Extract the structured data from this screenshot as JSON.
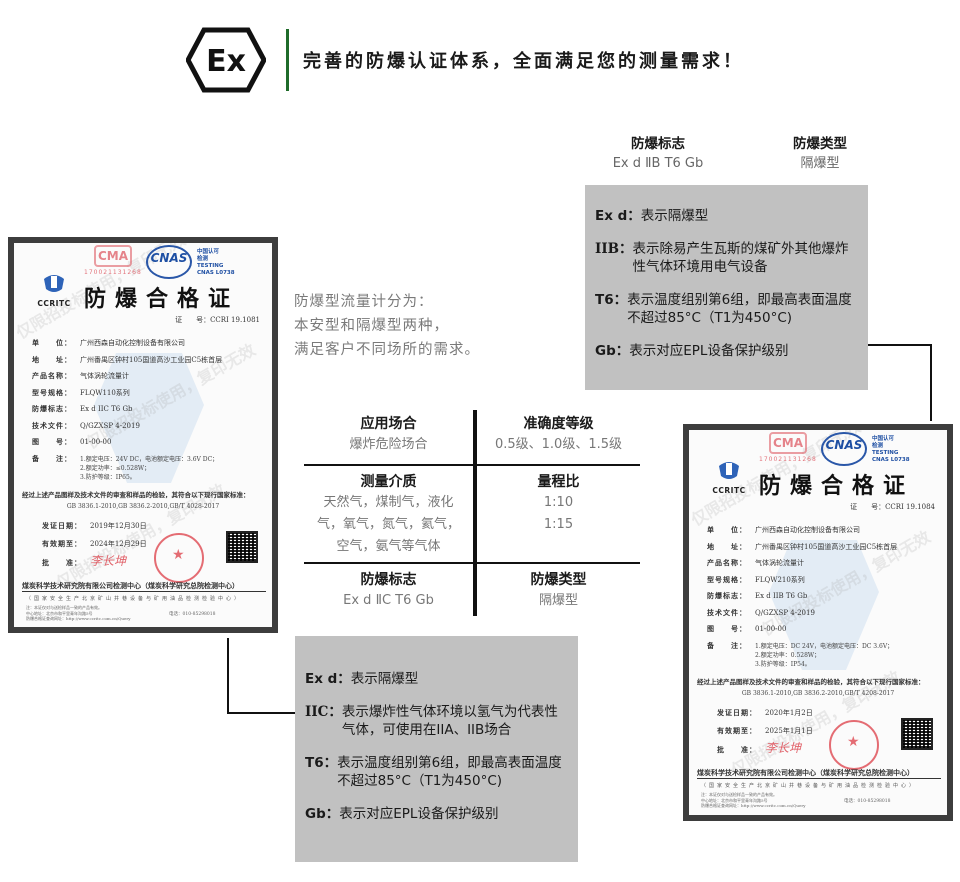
{
  "header": {
    "logo": "ex-hexagon-icon",
    "logo_text": "Ex",
    "title": "完善的防爆认证体系，全面满足您的测量需求！",
    "divider_color": "#1f6b2a"
  },
  "intro": {
    "lines": [
      "防爆型流量计分为：",
      "本安型和隔爆型两种，",
      "满足客户不同场所的需求。"
    ]
  },
  "spec_table": {
    "cells": [
      {
        "label": "应用场合",
        "values": [
          "爆炸危险场合"
        ]
      },
      {
        "label": "准确度等级",
        "values": [
          "0.5级、1.0级、1.5级"
        ]
      },
      {
        "label": "测量介质",
        "values": [
          "天然气，煤制气，液化",
          "气，氧气，氮气，氦气，",
          "空气，氨气等气体"
        ]
      },
      {
        "label": "量程比",
        "values": [
          "1:10",
          "1:15"
        ]
      },
      {
        "label": "防爆标志",
        "values": [
          "Ex d ⅡC T6 Gb"
        ]
      },
      {
        "label": "防爆类型",
        "values": [
          "隔爆型"
        ]
      }
    ]
  },
  "top_right": {
    "mark": {
      "label": "防爆标志",
      "value": "Ex d ⅡB T6 Gb"
    },
    "type": {
      "label": "防爆类型",
      "value": "隔爆型"
    },
    "items": [
      {
        "key": "Ex d：",
        "text": "表示隔爆型"
      },
      {
        "key": "IIB：",
        "text": "表示除易产生瓦斯的煤矿外其他爆炸性气体环境用电气设备"
      },
      {
        "key": "T6：",
        "text": "表示温度组别第6组，即最高表面温度不超过85°C（T1为450°C)"
      },
      {
        "key": "Gb：",
        "text": "表示对应EPL设备保护级别"
      }
    ],
    "bg_color": "#c1c1c1"
  },
  "bottom_box": {
    "items": [
      {
        "key": "Ex d：",
        "text": "表示隔爆型"
      },
      {
        "key": "IIC：",
        "text": "表示爆炸性气体环境以氢气为代表性气体，可使用在IIA、IIB场合"
      },
      {
        "key": "T6：",
        "text": "表示温度组别第6组，即最高表面温度不超过85°C（T1为450°C)"
      },
      {
        "key": "Gb：",
        "text": "表示对应EPL设备保护级别"
      }
    ]
  },
  "cert_common": {
    "cma_text": "CMA",
    "cma_number": "170021131268",
    "cnas_text": "CNAS",
    "testing_lines": [
      "中国认可",
      "检测",
      "TESTING",
      "CNAS L0738"
    ],
    "org_logo_text": "CCRITC",
    "title": "防爆合格证",
    "watermark": "仅限招投标使用，复印无效",
    "statement": "经过上述产品图样及技术文件的审查和样品的检验，其符合以下现行国家标准：",
    "footer": "煤炭科学技术研究院有限公司检测中心（煤炭科学研究总院检测中心）",
    "footer2": "（国家安全生产北京矿山井巷设备与矿用油品检测检验中心）",
    "tiny": [
      "注：本证仅对与送检样品一致的产品有效。",
      "中心地址：北京市和平里青年沟路5号",
      "防爆合格证查询网址：http://www.ccritc.com.cn/Query"
    ],
    "tel": "电话：010-85298018",
    "approver_label": "批　　准：",
    "approver_sig": "李长坤"
  },
  "cert_left": {
    "number_label": "证　　号：",
    "number": "CCRI 19.1081",
    "rows": [
      {
        "k": "单　　位：",
        "v": "广州西森自动化控制设备有限公司"
      },
      {
        "k": "地　　址：",
        "v": "广州番禺区钟村105国道高沙工业园C5栋首层"
      },
      {
        "k": "产品名称：",
        "v": "气体涡轮流量计"
      },
      {
        "k": "型号规格：",
        "v": "FLQW110系列"
      },
      {
        "k": "防爆标志：",
        "v": "Ex d IIC T6 Gb"
      },
      {
        "k": "技术文件：",
        "v": "Q/GZXSP 4-2019"
      },
      {
        "k": "图　　号：",
        "v": "01-00-00"
      },
      {
        "k": "备　　注：",
        "v": ""
      }
    ],
    "notes": [
      "1.额定电压：24V DC，电池额定电压：3.6V DC；",
      "2.额定功率：≤0.528W；",
      "3.防护等级：IP65。"
    ],
    "standards": "GB 3836.1-2010,GB 3836.2-2010,GB/T 4028-2017",
    "issue_label": "发证日期：",
    "issue_date": "2019年12月30日",
    "valid_label": "有效期至：",
    "valid_date": "2024年12月29日"
  },
  "cert_right": {
    "number_label": "证　　号：",
    "number": "CCRI 19.1084",
    "rows": [
      {
        "k": "单　　位：",
        "v": "广州西森自动化控制设备有限公司"
      },
      {
        "k": "地　　址：",
        "v": "广州番禺区钟村105国道高沙工业园C5栋首层"
      },
      {
        "k": "产品名称：",
        "v": "气体涡轮流量计"
      },
      {
        "k": "型号规格：",
        "v": "FLQW210系列"
      },
      {
        "k": "防爆标志：",
        "v": "Ex d IIB T6 Gb"
      },
      {
        "k": "技术文件：",
        "v": "Q/GZXSP 4-2019"
      },
      {
        "k": "图　　号：",
        "v": "01-00-00"
      },
      {
        "k": "备　　注：",
        "v": ""
      }
    ],
    "notes": [
      "1.额定电压：DC 24V，电池额定电压：DC 3.6V；",
      "2.额定功率：0.528W；",
      "3.防护等级：IP54。"
    ],
    "standards": "GB 3836.1-2010,GB 3836.2-2010,GB/T 4208-2017",
    "issue_label": "发证日期：",
    "issue_date": "2020年1月2日",
    "valid_label": "有效期至：",
    "valid_date": "2025年1月1日"
  }
}
